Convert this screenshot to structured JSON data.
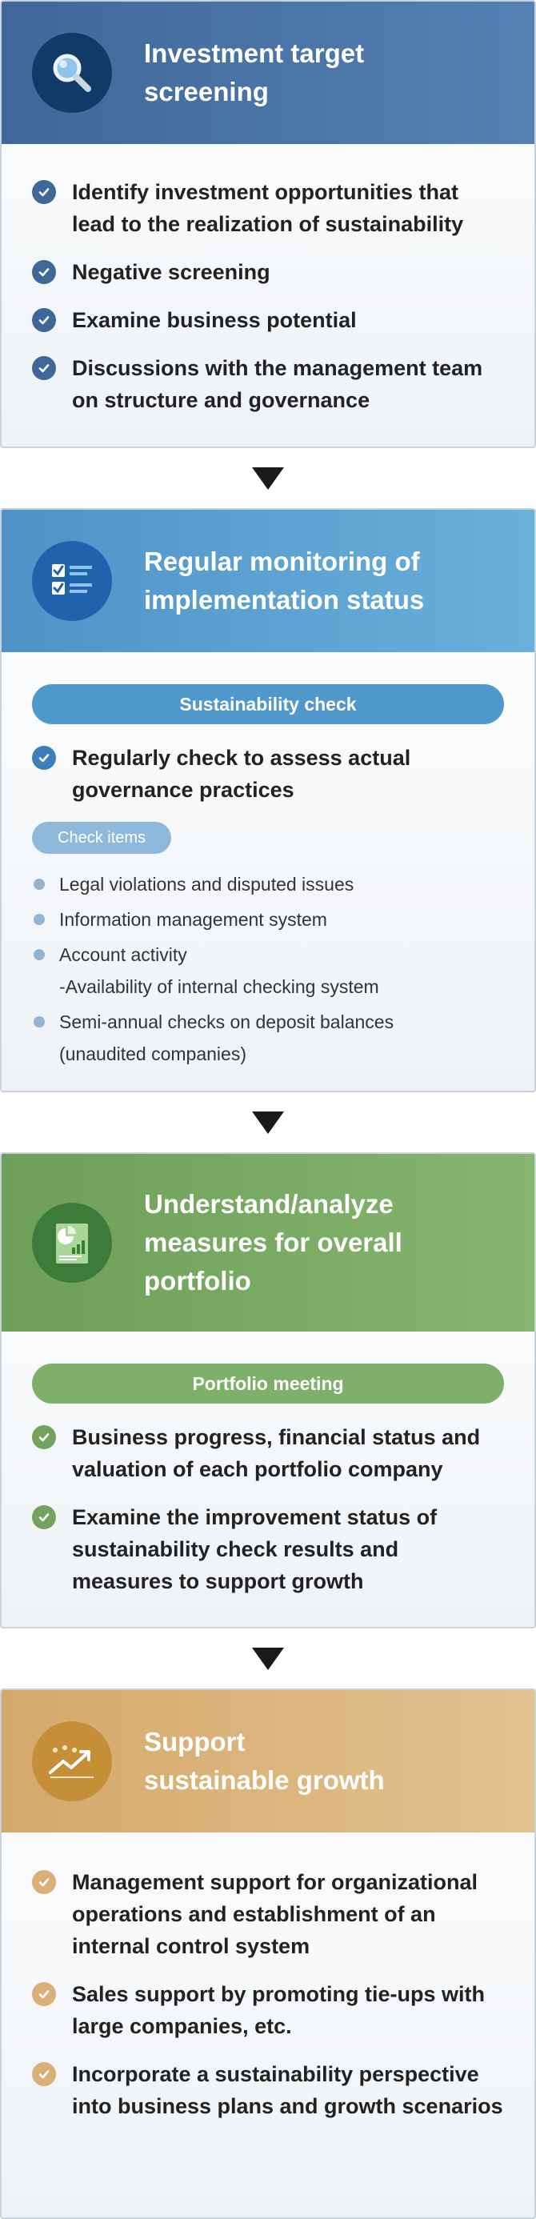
{
  "steps": [
    {
      "title": "Investment target screening",
      "icon": "magnifier-icon",
      "header_color": "#4a73a6",
      "items": [
        "Identify investment opportunities that lead to the realization of sustainability",
        "Negative screening",
        "Examine business potential",
        "Discussions with the management team on structure and governance"
      ]
    },
    {
      "title": "Regular monitoring of implementation status",
      "icon": "checklist-icon",
      "header_color": "#5aa0d0",
      "pill": "Sustainability check",
      "items": [
        "Regularly check to assess actual governance practices"
      ],
      "sub_pill": "Check items",
      "sub_items": [
        "Legal violations and disputed issues",
        "Information management system",
        "Account activity",
        "-Availability of internal checking system",
        "Semi-annual checks on deposit balances",
        "(unaudited companies)"
      ]
    },
    {
      "title": "Understand/analyze measures for overall portfolio",
      "icon": "report-chart-icon",
      "header_color": "#78aa62",
      "pill": "Portfolio meeting",
      "items": [
        "Business progress, financial status and valuation of each portfolio company",
        "Examine the improvement status of sustainability check results and measures to support growth"
      ]
    },
    {
      "title": "Support sustainable growth",
      "title_lines": [
        "Support",
        "sustainable growth"
      ],
      "icon": "growth-arrow-icon",
      "header_color": "#dbb47c",
      "items": [
        "Management support for organizational operations and establishment of an internal control system",
        "Sales support by promoting tie-ups with large companies, etc.",
        "Incorporate a sustainability perspective into business plans and growth scenarios"
      ]
    }
  ]
}
